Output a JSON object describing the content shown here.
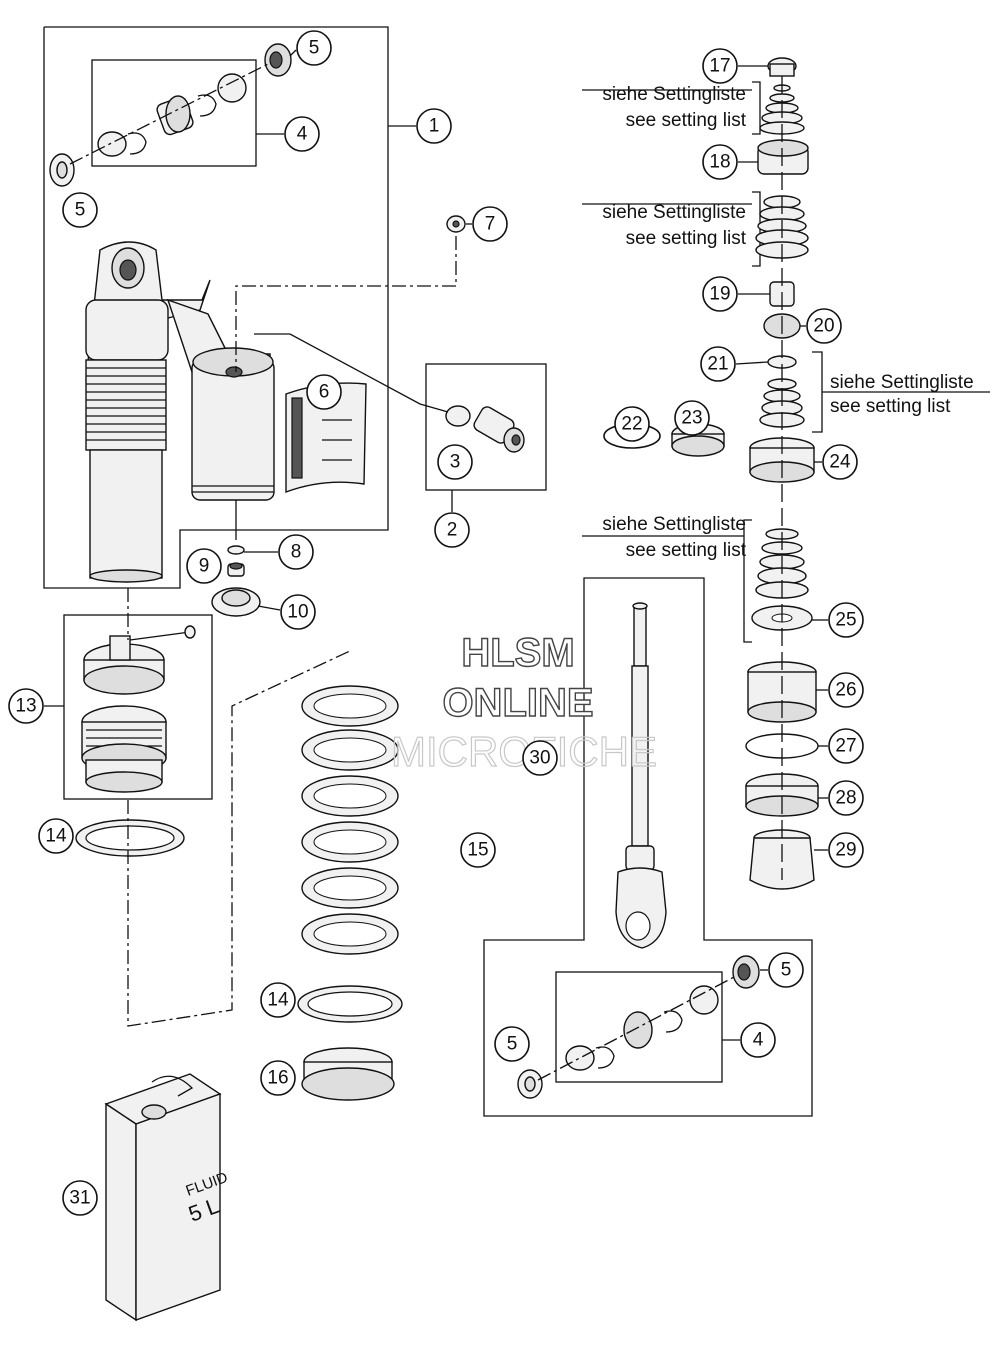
{
  "callouts": {
    "c1": "1",
    "c2": "2",
    "c3": "3",
    "c4a": "4",
    "c4b": "4",
    "c5a": "5",
    "c5b": "5",
    "c5c": "5",
    "c5d": "5",
    "c6": "6",
    "c7": "7",
    "c8": "8",
    "c9": "9",
    "c10": "10",
    "c13": "13",
    "c14a": "14",
    "c14b": "14",
    "c15": "15",
    "c16": "16",
    "c17": "17",
    "c18": "18",
    "c19": "19",
    "c20": "20",
    "c21": "21",
    "c22": "22",
    "c23": "23",
    "c24": "24",
    "c25": "25",
    "c26": "26",
    "c27": "27",
    "c28": "28",
    "c29": "29",
    "c30": "30",
    "c31": "31"
  },
  "notes": {
    "n1_de": "siehe Settingliste",
    "n1_en": "see setting list",
    "n2_de": "siehe Settingliste",
    "n2_en": "see setting list",
    "n3_de": "siehe Settingliste",
    "n3_en": "see setting list",
    "n4_de": "siehe Settingliste",
    "n4_en": "see setting list"
  },
  "watermark": {
    "line1": "HLSM",
    "line2": "ONLINE",
    "line3": "MICROFICHE"
  },
  "fluid_can": {
    "label": "FLUID",
    "volume": "5 L"
  },
  "colors": {
    "ink": "#111111",
    "part_fill": "#f1f1f1",
    "background": "#ffffff"
  }
}
